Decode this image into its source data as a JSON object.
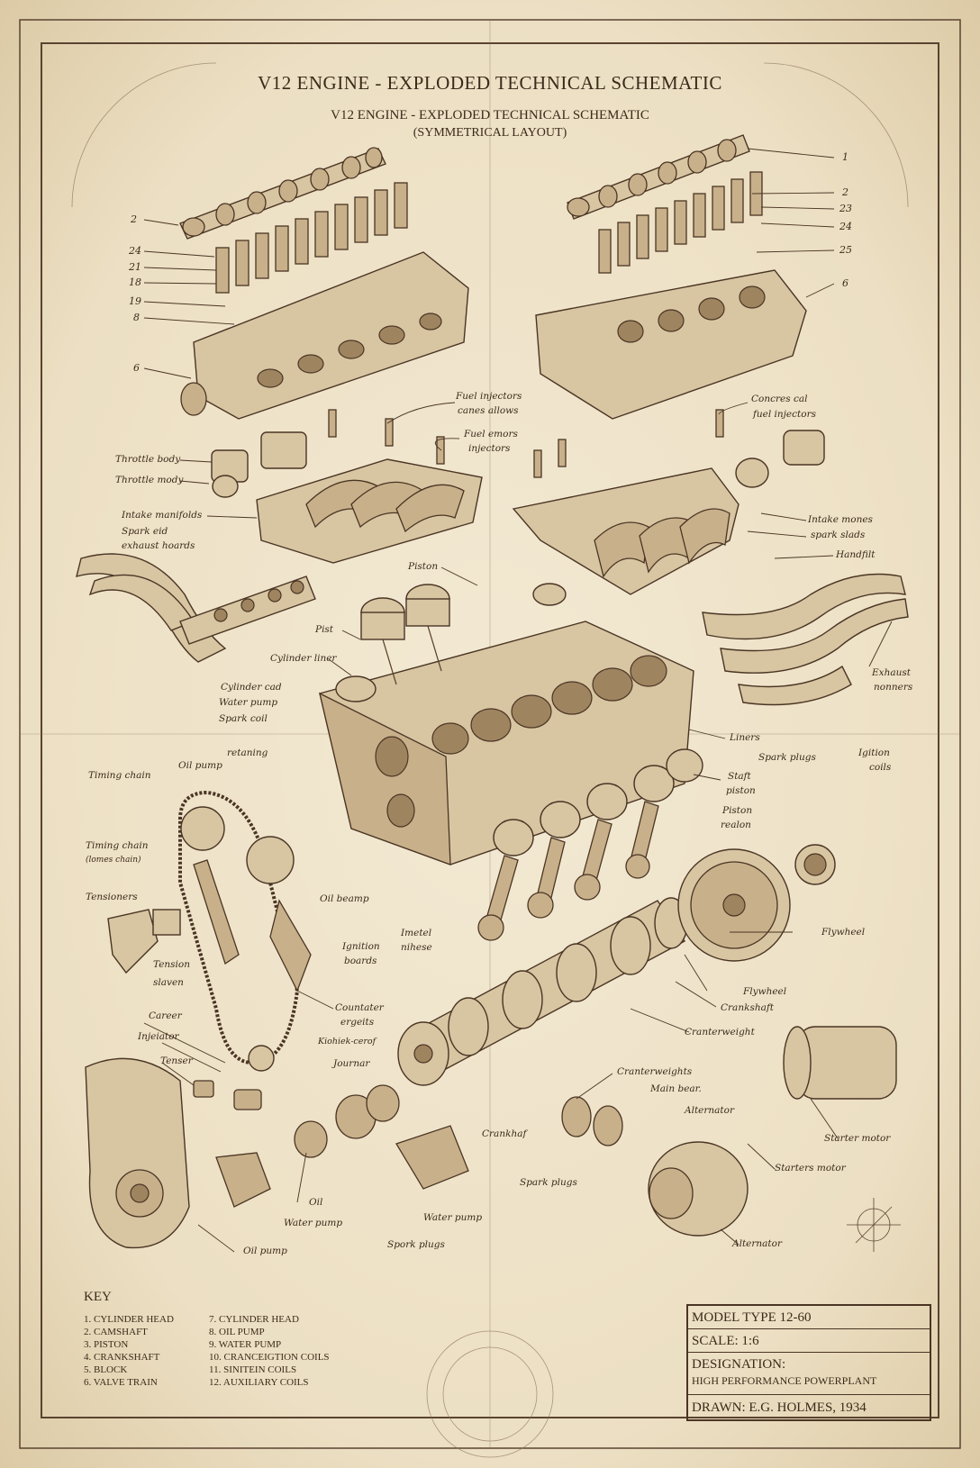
{
  "title": "V12 ENGINE - EXPLODED TECHNICAL SCHEMATIC",
  "subtitle": "V12 ENGINE - EXPLODED TECHNICAL SCHEMATIC",
  "subtitle2": "(SYMMETRICAL LAYOUT)",
  "left_numbers": [
    "2",
    "24",
    "21",
    "18",
    "19",
    "8",
    "6"
  ],
  "right_numbers": [
    "1",
    "2",
    "23",
    "24",
    "25",
    "6"
  ],
  "labels": {
    "fuel_injectors_left": "Fuel injectors",
    "cones_allows": "canes allows",
    "fuel_emors": "Fuel emors",
    "injectors": "injectors",
    "concres_cal": "Concres cal",
    "fuel_injectors_right": "fuel injectors",
    "throttle_body": "Throttle body",
    "throttle_mody": "Throttle mody",
    "intake_manifolds": "Intake manifolds",
    "spark_eid": "Spark eid",
    "exhaust_hoards": "exhaust hoards",
    "intake_mones": "Intake mones",
    "spark_slads": "spark slads",
    "handfilt": "Handfilt",
    "piston_top": "Piston",
    "pist": "Pist",
    "cylinder_liner": "Cylinder liner",
    "cylinder_cad": "Cylinder cad",
    "water_pump": "Water pump",
    "spark_coil": "Spark coil",
    "exhaust_nonners_1": "Exhaust",
    "exhaust_nonners_2": "nonners",
    "retaining": "retaning",
    "oil_pump_top": "Oil pump",
    "timing_chain": "Timing chain",
    "liners": "Liners",
    "spark_plugs_right": "Spark plugs",
    "ignition_coils_1": "Igition",
    "ignition_coils_2": "coils",
    "staft_piston_1": "Staft",
    "staft_piston_2": "piston",
    "piston_realon_1": "Piston",
    "piston_realon_2": "realon",
    "timing_chain2_1": "Timing chain",
    "timing_chain2_2": "(lomes chain)",
    "tensioners": "Tensioners",
    "oil_beamp": "Oil beamp",
    "flywheel_right": "Flywheel",
    "ignition_boards_1": "Ignition",
    "ignition_boards_2": "boards",
    "imetel_1": "Imetel",
    "imetel_2": "nihese",
    "tension_slaven_1": "Tension",
    "tension_slaven_2": "slaven",
    "flywheel_mid": "Flywheel",
    "crankshaft_mid": "Crankshaft",
    "career": "Career",
    "counteter_1": "Countater",
    "counteter_2": "ergeits",
    "counterweight": "Cranterweight",
    "injeiator": "Injeiator",
    "kiohiek": "Kiohiek-cerof",
    "tenser": "Tenser",
    "journar": "Journar",
    "cranterweights": "Cranterweights",
    "main_bear": "Main bear.",
    "alternator_top": "Alternator",
    "starter_motor": "Starter motor",
    "crankhaf": "Crankhaf",
    "starters_motor": "Starters motor",
    "spark_plugs_bottom": "Spark plugs",
    "oil": "Oil",
    "water_pump_mid": "Water pump",
    "water_pump_bottom": "Water pump",
    "oil_pump_bottom": "Oil pump",
    "spark_plugs_low": "Spork plugs",
    "alternator_bottom": "Alternator"
  },
  "key": {
    "title": "KEY",
    "col1": [
      "1. CYLINDER HEAD",
      "2. CAMSHAFT",
      "3. PISTON",
      "4. CRANKSHAFT",
      "5. BLOCK",
      "6. VALVE TRAIN"
    ],
    "col2": [
      "7. CYLINDER HEAD",
      "8. OIL PUMP",
      "9. WATER PUMP",
      "10. CRANCEIGTION COILS",
      "11. SINITEIN COILS",
      "12. AUXILIARY COILS"
    ]
  },
  "titleblock": {
    "model": "MODEL TYPE 12-60",
    "scale": "SCALE: 1:6",
    "designation": "DESIGNATION:",
    "designation_value": "HIGH PERFORMANCE POWERPLANT",
    "drawn": "DRAWN: E.G. HOLMES, 1934"
  },
  "colors": {
    "paper": "#efe4cc",
    "ink": "#3a2a1a"
  }
}
